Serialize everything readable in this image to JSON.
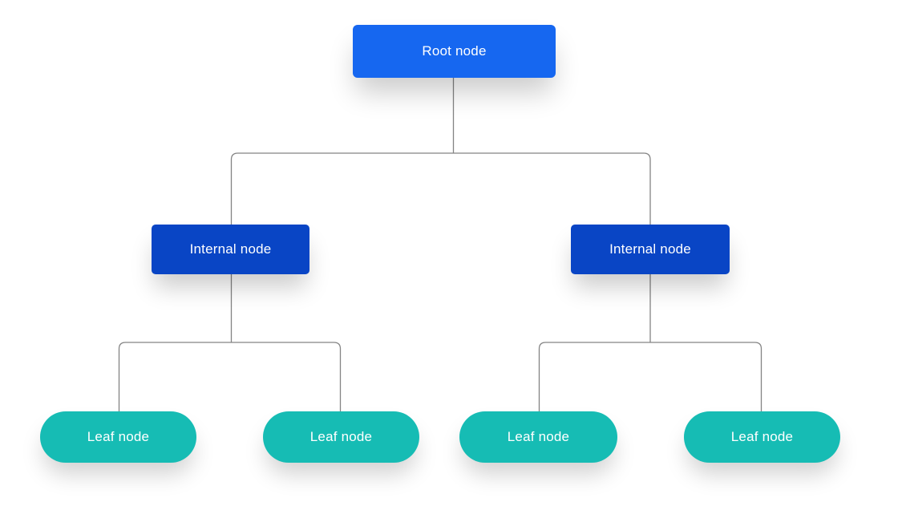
{
  "colors": {
    "background": "#ffffff",
    "root": "#1667f0",
    "internal": "#0945c5",
    "leaf": "#16bcb4",
    "connector": "#848484",
    "text": "#ffffff"
  },
  "tree": {
    "root": {
      "label": "Root node"
    },
    "internal": [
      {
        "label": "Internal node"
      },
      {
        "label": "Internal node"
      }
    ],
    "leaves": [
      {
        "label": "Leaf node"
      },
      {
        "label": "Leaf node"
      },
      {
        "label": "Leaf node"
      },
      {
        "label": "Leaf node"
      }
    ]
  }
}
